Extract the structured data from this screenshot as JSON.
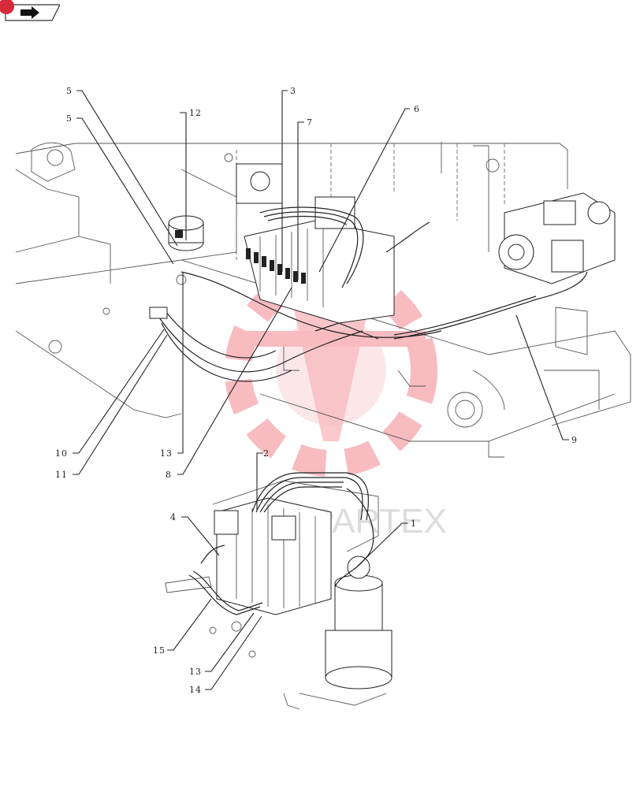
{
  "colors": {
    "badge": "#d6293a",
    "watermark": "#f07a82",
    "line": "#222222"
  },
  "toolbar": {
    "back_icon": "return-arrow-icon"
  },
  "watermark": {
    "logo_icon": "gear-logo-watermark",
    "text": "PARTEX"
  },
  "callouts": {
    "c5a": "5",
    "c5b": "5",
    "c12": "12",
    "c3": "3",
    "c7": "7",
    "c6": "6",
    "c9": "9",
    "c10": "10",
    "c11": "11",
    "c13a": "13",
    "c8": "8",
    "c2": "2",
    "c4": "4",
    "c1": "1",
    "c15": "15",
    "c13b": "13",
    "c14": "14"
  }
}
